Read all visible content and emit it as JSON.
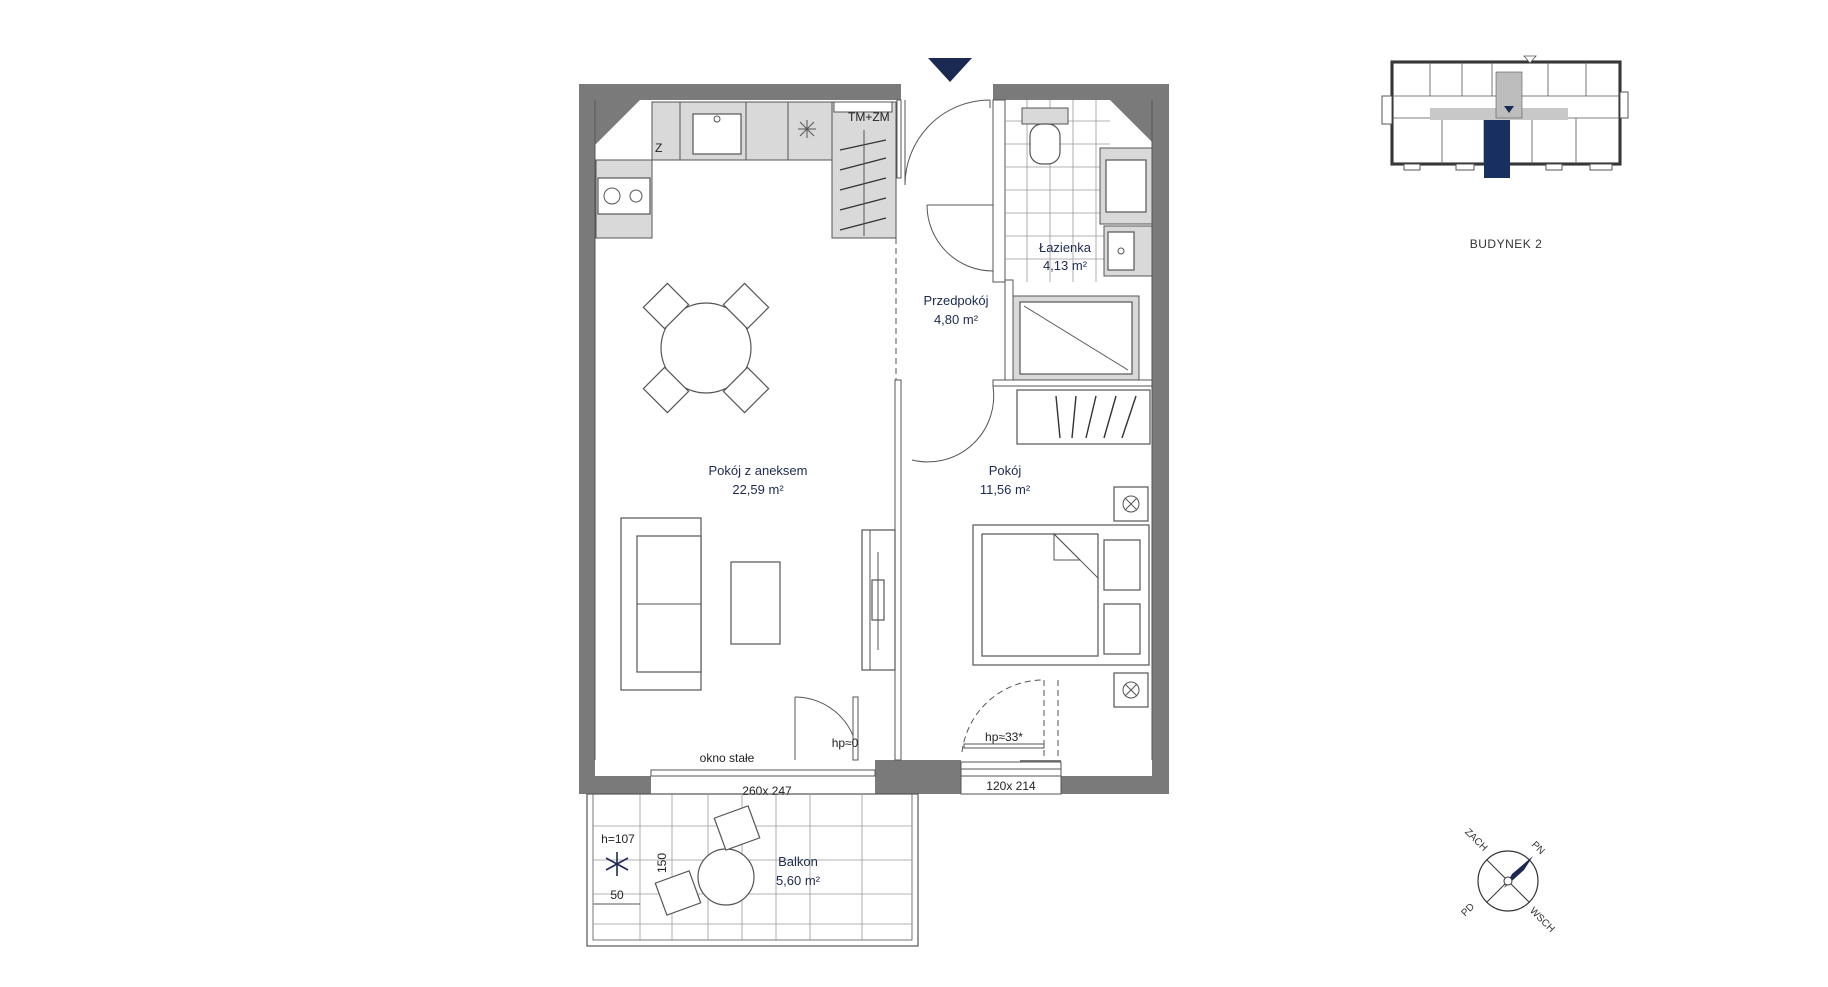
{
  "rooms": {
    "living": {
      "name": "Pokój z aneksem",
      "area": "22,59 m²"
    },
    "hall": {
      "name": "Przedpokój",
      "area": "4,80 m²"
    },
    "bath": {
      "name": "Łazienka",
      "area": "4,13 m²"
    },
    "bedroom": {
      "name": "Pokój",
      "area": "11,56 m²"
    },
    "balcony": {
      "name": "Balkon",
      "area": "5,60 m²"
    }
  },
  "labels": {
    "fixed_window": "okno stałe",
    "hp_living": "hp≈0",
    "hp_bedroom": "hp≈33*",
    "dim_living_window": "260x 247",
    "dim_bedroom_window": "120x 214",
    "balcony_height": "h=107",
    "balcony_dim_150": "150",
    "balcony_dim_50": "50",
    "kitchen_tm": "TM+ZM",
    "fridge_mark": "Z"
  },
  "building": {
    "label": "BUDYNEK 2"
  },
  "compass": {
    "n": "PN",
    "e": "WSCH",
    "s": "PD",
    "w": "ZACH"
  },
  "colors": {
    "accent": "#1b2a52",
    "wall": "#7a7a7a",
    "highlight": "#17305f"
  }
}
